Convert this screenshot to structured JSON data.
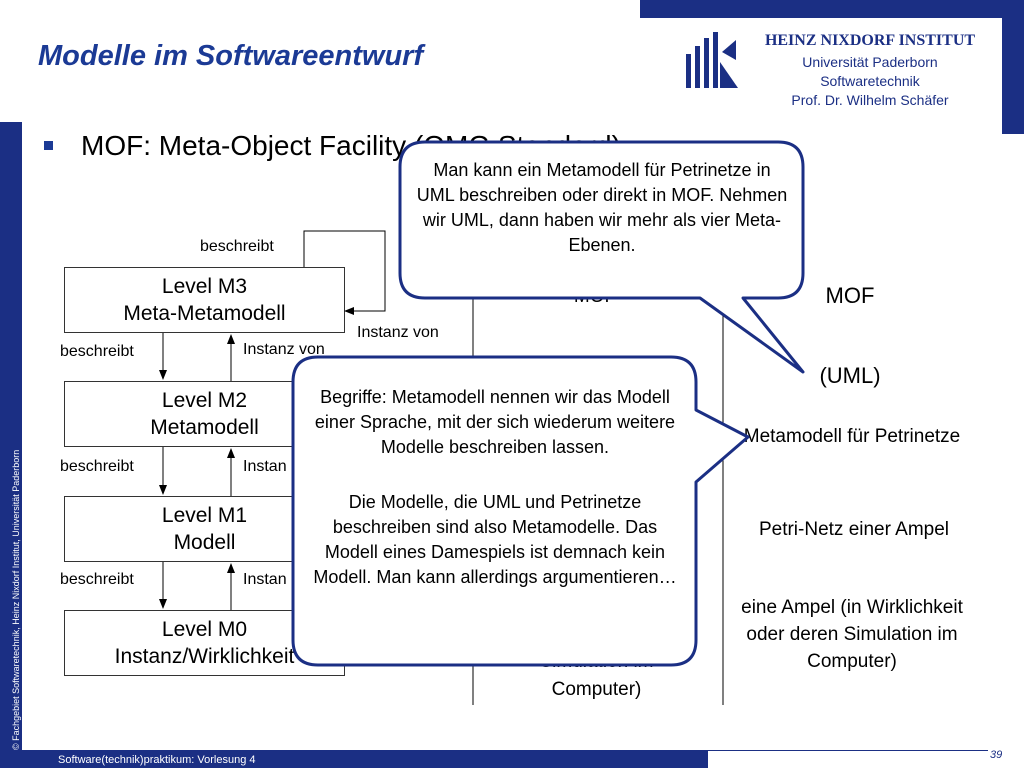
{
  "header": {
    "title": "Modelle im Softwareentwurf",
    "institute": {
      "name": "HEINZ NIXDORF INSTITUT",
      "lines": [
        "Universität Paderborn",
        "Softwaretechnik",
        "Prof. Dr. Wilhelm Schäfer"
      ]
    }
  },
  "bullet": {
    "text": "MOF: Meta-Object Facility (OMG Standard)"
  },
  "levels": [
    {
      "title": "Level M3",
      "subtitle": "Meta-Metamodell"
    },
    {
      "title": "Level M2",
      "subtitle": "Metamodell"
    },
    {
      "title": "Level M1",
      "subtitle": "Modell"
    },
    {
      "title": "Level M0",
      "subtitle": "Instanz/Wirklichkeit"
    }
  ],
  "labels": {
    "self_describes": "beschreibt",
    "self_instance": "Instanz von",
    "describes": [
      "beschreibt",
      "beschreibt",
      "beschreibt"
    ],
    "instance": [
      "Instanz von",
      "Instan",
      "Instan"
    ]
  },
  "table": {
    "col1_row1": "MOF",
    "col1_row4": "Simulation im",
    "col1_row4b": "Computer)",
    "col2_row1": "MOF",
    "col2_row1b": "(UML)",
    "col2_row2": "Metamodell für Petrinetze",
    "col2_row3": "Petri-Netz einer Ampel",
    "col2_row4": "eine Ampel (in Wirklichkeit oder deren Simulation im Computer)"
  },
  "callouts": {
    "top": "Man kann ein Metamodell für Petrinetze in UML beschreiben oder direkt in MOF. Nehmen wir UML, dann haben wir mehr als vier Meta-Ebenen.",
    "middle_1": "Begriffe: Metamodell nennen wir das Modell einer Sprache, mit der sich wiederum weitere Modelle beschreiben lassen.",
    "middle_2": "Die Modelle, die UML und Petrinetze beschreiben sind also Metamodelle. Das Modell eines Damespiels ist demnach kein Modell. Man kann allerdings argumentieren…"
  },
  "footer": {
    "copyright": "© Fachgebiet Softwaretechnik, Heinz Nixdorf Institut, Universität Paderborn",
    "course": "Software(technik)praktikum: Vorlesung 4",
    "page": "39"
  },
  "colors": {
    "brand": "#1b2f84",
    "title": "#1b3a95",
    "callout_border": "#1b2f84"
  }
}
